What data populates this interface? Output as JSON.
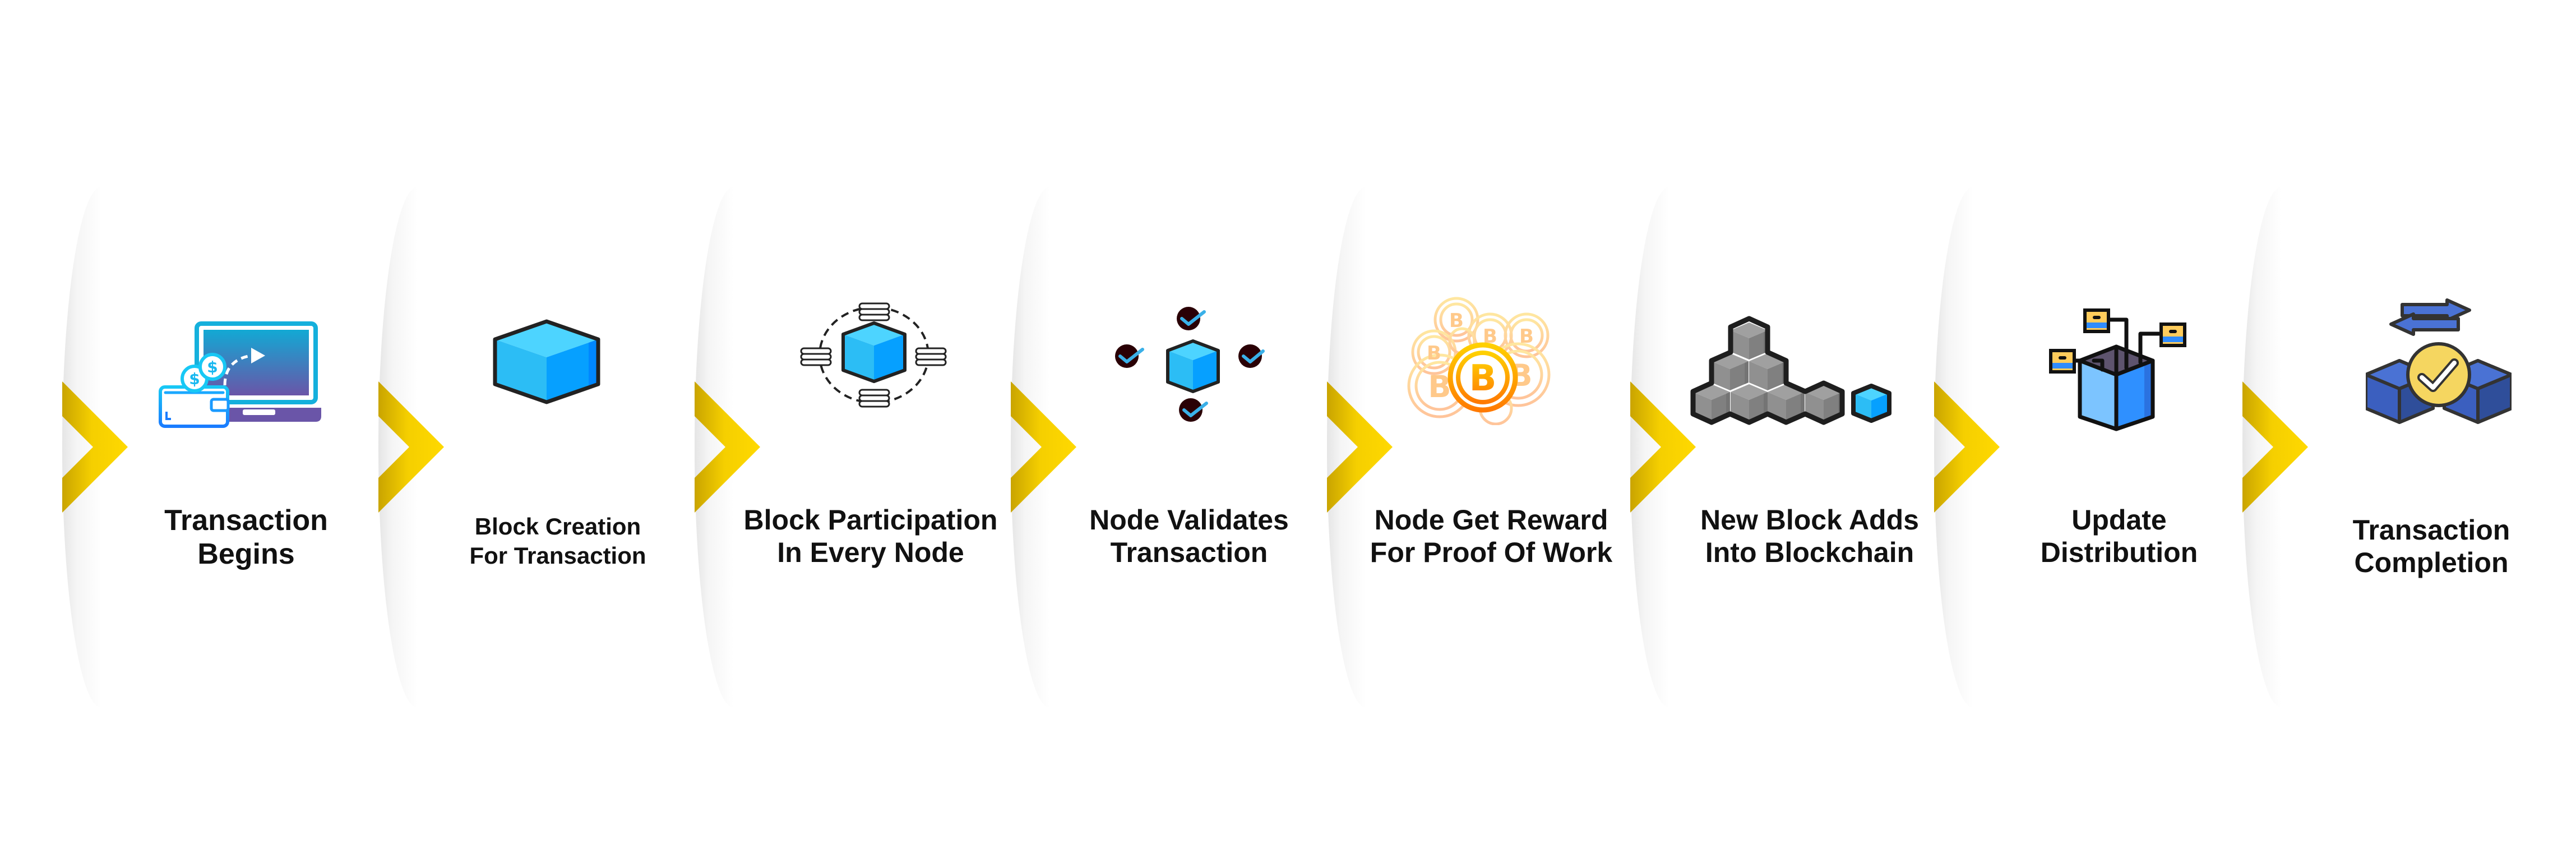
{
  "diagram": {
    "type": "process-flow",
    "direction": "left-to-right",
    "connector": "yellow-chevron",
    "colors": {
      "background": "#ffffff",
      "chevron": "#FFD700",
      "chevron_shadow": "#C9A400",
      "text": "#111111",
      "cube_top": "#4DD4FF",
      "cube_left": "#2CBDF5",
      "cube_right": "#06A0FF",
      "cube_outline": "#222222",
      "check_circle": "#2A0005",
      "check_mark": "#3AB0E8",
      "bitcoin_orange": "#FF8A00",
      "bitcoin_faded": "#FFC98A",
      "gray_block": "#909090",
      "completion_blue": "#4A72D4",
      "completion_yellow": "#F5D660"
    },
    "steps": [
      {
        "index": 1,
        "line1": "Transaction",
        "line2": "Begins",
        "icon": "wallet-laptop-payment-icon"
      },
      {
        "index": 2,
        "line1": "Block Creation",
        "line2": "For Transaction",
        "icon": "cube-block-icon"
      },
      {
        "index": 3,
        "line1": "Block Participation",
        "line2": "In Every Node",
        "icon": "block-network-nodes-icon"
      },
      {
        "index": 4,
        "line1": "Node Validates",
        "line2": "Transaction",
        "icon": "block-validation-checks-icon"
      },
      {
        "index": 5,
        "line1": "Node Get Reward",
        "line2": "For Proof Of Work",
        "icon": "bitcoin-coins-icon"
      },
      {
        "index": 6,
        "line1": "New Block Adds",
        "line2": "Into Blockchain",
        "icon": "blockchain-stack-new-block-icon"
      },
      {
        "index": 7,
        "line1": "Update",
        "line2": "Distribution",
        "icon": "distribution-box-nodes-icon"
      },
      {
        "index": 8,
        "line1": "Transaction",
        "line2": "Completion",
        "icon": "transaction-complete-check-icon"
      }
    ]
  }
}
